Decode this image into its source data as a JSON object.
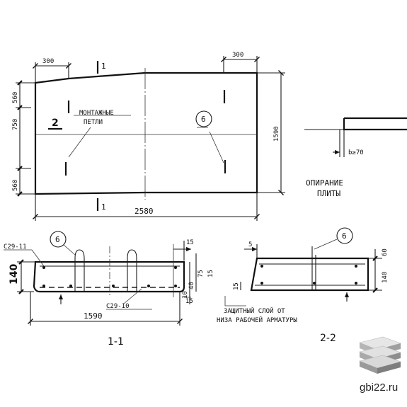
{
  "plan": {
    "dim_top_left": "300",
    "dim_top_right": "300",
    "dim_length": "2580",
    "dim_width": "1590",
    "dim_left_1": "560",
    "dim_left_2": "750",
    "dim_left_3": "560",
    "section_mark_top": "1",
    "section_mark_bottom": "1",
    "section_mark_side": "2",
    "callout": "6",
    "loops_label_line1": "МОНТАЖНЫЕ",
    "loops_label_line2": "ПЕТЛИ"
  },
  "support": {
    "dim": "b≥70",
    "caption_line1": "ОПИРАНИЕ",
    "caption_line2": "ПЛИТЫ"
  },
  "section1": {
    "mesh_top": "C29-11",
    "mesh_bottom": "C29-10",
    "callout": "6",
    "height": "140",
    "dim_75": "75",
    "dim_15": "15",
    "dim_40": "40",
    "dim_10": "10",
    "dim_15b": "15",
    "dim_15c": "15",
    "length": "1590",
    "title": "1-1"
  },
  "section2": {
    "callout": "6",
    "dim_5": "5",
    "dim_60": "60",
    "height": "140",
    "dim_15": "15",
    "note_line1": "ЗАЩИТНЫЙ СЛОЙ ОТ",
    "note_line2": "НИЗА РАБОЧЕЙ АРМАТУРЫ",
    "title": "2-2"
  },
  "watermark": {
    "site": "gbi22.ru"
  }
}
